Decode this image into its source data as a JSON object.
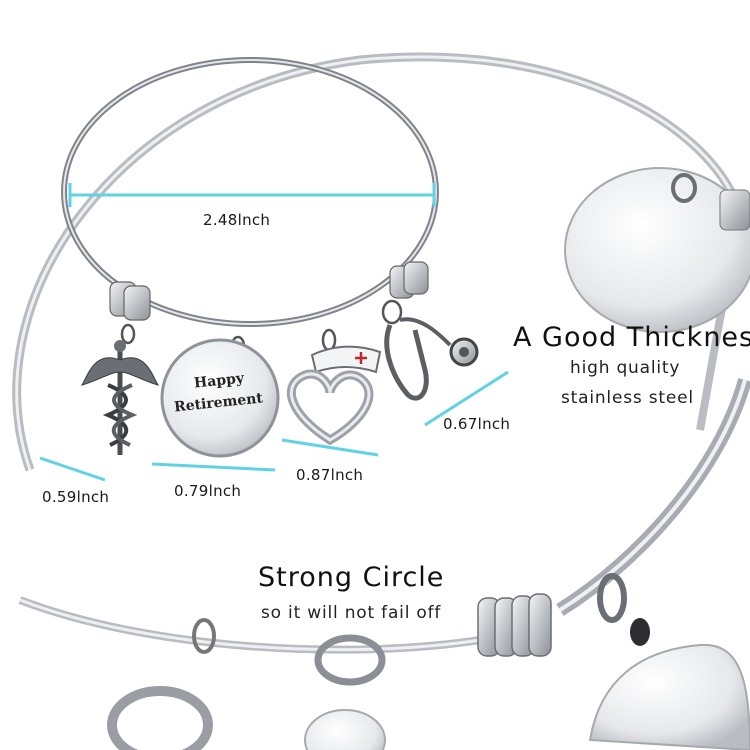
{
  "product_photo": {
    "charm_engraving": {
      "line1": "Happy",
      "line2": "Retirement"
    },
    "dimension_labels": {
      "bangle_diameter": "2.48lnch",
      "caduceus_charm": "0.59lnch",
      "retirement_disc": "0.79lnch",
      "heart_charm": "0.87lnch",
      "stethoscope_charm": "0.67lnch"
    },
    "features": [
      {
        "title": "A Good Thickness",
        "line1": "high quality",
        "line2": "stainless steel"
      },
      {
        "title": "Strong Circle",
        "line1": "so it will not fail off"
      }
    ],
    "colors": {
      "measure_line": "#5fd3e3",
      "metal": "#c9ccd1",
      "metal_dark": "#6b6f75",
      "background": "#ffffff"
    },
    "icons": [
      "caduceus-icon",
      "nurse-cap-heart-icon",
      "stethoscope-icon"
    ]
  }
}
